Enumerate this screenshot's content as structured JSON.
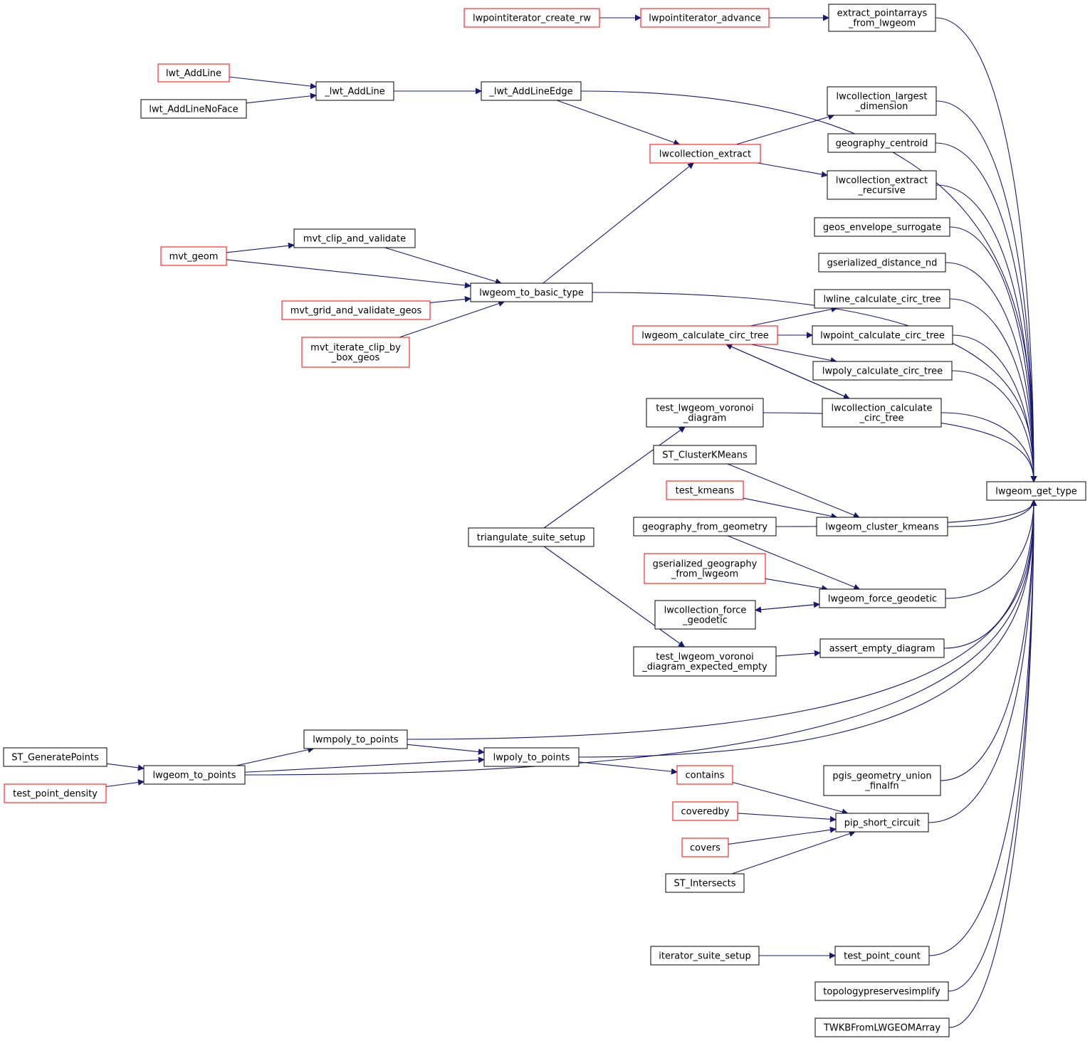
{
  "colors": {
    "edge": "#191970",
    "border_default": "#000000",
    "border_truncated": "#ff0000",
    "target_fill": "#bfbfbf"
  },
  "nodes": [
    {
      "id": "lwpointiterator_create_rw",
      "lines": [
        "lwpointiterator_create_rw"
      ],
      "border": "red"
    },
    {
      "id": "lwpointiterator_advance",
      "lines": [
        "lwpointiterator_advance"
      ],
      "border": "red"
    },
    {
      "id": "extract_pointarrays_from_lwgeom",
      "lines": [
        "extract_pointarrays",
        "_from_lwgeom"
      ],
      "border": "black"
    },
    {
      "id": "lwt_AddLine",
      "lines": [
        "lwt_AddLine"
      ],
      "border": "red"
    },
    {
      "id": "lwt_AddLineNoFace",
      "lines": [
        "lwt_AddLineNoFace"
      ],
      "border": "black"
    },
    {
      "id": "_lwt_AddLine",
      "lines": [
        "_lwt_AddLine"
      ],
      "border": "black"
    },
    {
      "id": "_lwt_AddLineEdge",
      "lines": [
        "_lwt_AddLineEdge"
      ],
      "border": "black"
    },
    {
      "id": "lwcollection_largest_dimension",
      "lines": [
        "lwcollection_largest",
        "_dimension"
      ],
      "border": "black"
    },
    {
      "id": "geography_centroid",
      "lines": [
        "geography_centroid"
      ],
      "border": "black"
    },
    {
      "id": "lwcollection_extract",
      "lines": [
        "lwcollection_extract"
      ],
      "border": "red"
    },
    {
      "id": "lwcollection_extract_recursive",
      "lines": [
        "lwcollection_extract",
        "_recursive"
      ],
      "border": "black"
    },
    {
      "id": "geos_envelope_surrogate",
      "lines": [
        "geos_envelope_surrogate"
      ],
      "border": "black"
    },
    {
      "id": "mvt_clip_and_validate",
      "lines": [
        "mvt_clip_and_validate"
      ],
      "border": "black"
    },
    {
      "id": "mvt_geom",
      "lines": [
        "mvt_geom"
      ],
      "border": "red"
    },
    {
      "id": "gserialized_distance_nd",
      "lines": [
        "gserialized_distance_nd"
      ],
      "border": "black"
    },
    {
      "id": "lwgeom_to_basic_type",
      "lines": [
        "lwgeom_to_basic_type"
      ],
      "border": "black"
    },
    {
      "id": "mvt_grid_and_validate_geos",
      "lines": [
        "mvt_grid_and_validate_geos"
      ],
      "border": "red"
    },
    {
      "id": "lwline_calculate_circ_tree",
      "lines": [
        "lwline_calculate_circ_tree"
      ],
      "border": "black"
    },
    {
      "id": "lwgeom_calculate_circ_tree",
      "lines": [
        "lwgeom_calculate_circ_tree"
      ],
      "border": "red"
    },
    {
      "id": "lwpoint_calculate_circ_tree",
      "lines": [
        "lwpoint_calculate_circ_tree"
      ],
      "border": "black"
    },
    {
      "id": "mvt_iterate_clip_by_box_geos",
      "lines": [
        "mvt_iterate_clip_by",
        "_box_geos"
      ],
      "border": "red"
    },
    {
      "id": "lwpoly_calculate_circ_tree",
      "lines": [
        "lwpoly_calculate_circ_tree"
      ],
      "border": "black"
    },
    {
      "id": "test_lwgeom_voronoi_diagram",
      "lines": [
        "test_lwgeom_voronoi",
        "_diagram"
      ],
      "border": "black"
    },
    {
      "id": "lwcollection_calculate_circ_tree",
      "lines": [
        "lwcollection_calculate",
        "_circ_tree"
      ],
      "border": "black"
    },
    {
      "id": "ST_ClusterKMeans",
      "lines": [
        "ST_ClusterKMeans"
      ],
      "border": "black"
    },
    {
      "id": "test_kmeans",
      "lines": [
        "test_kmeans"
      ],
      "border": "red"
    },
    {
      "id": "lwgeom_get_type",
      "lines": [
        "lwgeom_get_type"
      ],
      "border": "black",
      "target": true
    },
    {
      "id": "geography_from_geometry",
      "lines": [
        "geography_from_geometry"
      ],
      "border": "black"
    },
    {
      "id": "lwgeom_cluster_kmeans",
      "lines": [
        "lwgeom_cluster_kmeans"
      ],
      "border": "black"
    },
    {
      "id": "triangulate_suite_setup",
      "lines": [
        "triangulate_suite_setup"
      ],
      "border": "black"
    },
    {
      "id": "gserialized_geography_from_lwgeom",
      "lines": [
        "gserialized_geography",
        "_from_lwgeom"
      ],
      "border": "red"
    },
    {
      "id": "lwcollection_force_geodetic",
      "lines": [
        "lwcollection_force",
        "_geodetic"
      ],
      "border": "black"
    },
    {
      "id": "lwgeom_force_geodetic",
      "lines": [
        "lwgeom_force_geodetic"
      ],
      "border": "black"
    },
    {
      "id": "test_lwgeom_voronoi_diagram_expected_empty",
      "lines": [
        "test_lwgeom_voronoi",
        "_diagram_expected_empty"
      ],
      "border": "black"
    },
    {
      "id": "assert_empty_diagram",
      "lines": [
        "assert_empty_diagram"
      ],
      "border": "black"
    },
    {
      "id": "lwmpoly_to_points",
      "lines": [
        "lwmpoly_to_points"
      ],
      "border": "black"
    },
    {
      "id": "ST_GeneratePoints",
      "lines": [
        "ST_GeneratePoints"
      ],
      "border": "black"
    },
    {
      "id": "lwpoly_to_points",
      "lines": [
        "lwpoly_to_points"
      ],
      "border": "black"
    },
    {
      "id": "lwgeom_to_points",
      "lines": [
        "lwgeom_to_points"
      ],
      "border": "black"
    },
    {
      "id": "contains",
      "lines": [
        "contains"
      ],
      "border": "red"
    },
    {
      "id": "pgis_geometry_union_finalfn",
      "lines": [
        "pgis_geometry_union",
        "_finalfn"
      ],
      "border": "black"
    },
    {
      "id": "test_point_density",
      "lines": [
        "test_point_density"
      ],
      "border": "red"
    },
    {
      "id": "coveredby",
      "lines": [
        "coveredby"
      ],
      "border": "red"
    },
    {
      "id": "pip_short_circuit",
      "lines": [
        "pip_short_circuit"
      ],
      "border": "black"
    },
    {
      "id": "covers",
      "lines": [
        "covers"
      ],
      "border": "red"
    },
    {
      "id": "ST_Intersects",
      "lines": [
        "ST_Intersects"
      ],
      "border": "black"
    },
    {
      "id": "iterator_suite_setup",
      "lines": [
        "iterator_suite_setup"
      ],
      "border": "black"
    },
    {
      "id": "test_point_count",
      "lines": [
        "test_point_count"
      ],
      "border": "black"
    },
    {
      "id": "topologypreservesimplify",
      "lines": [
        "topologypreservesimplify"
      ],
      "border": "black"
    },
    {
      "id": "TWKBFromLWGEOMArray",
      "lines": [
        "TWKBFromLWGEOMArray"
      ],
      "border": "black"
    }
  ],
  "edges": [
    {
      "from": "lwpointiterator_create_rw",
      "to": "lwpointiterator_advance"
    },
    {
      "from": "lwpointiterator_advance",
      "to": "extract_pointarrays_from_lwgeom"
    },
    {
      "from": "extract_pointarrays_from_lwgeom",
      "to": "lwgeom_get_type"
    },
    {
      "from": "lwt_AddLine",
      "to": "_lwt_AddLine"
    },
    {
      "from": "lwt_AddLineNoFace",
      "to": "_lwt_AddLine"
    },
    {
      "from": "_lwt_AddLine",
      "to": "_lwt_AddLineEdge"
    },
    {
      "from": "_lwt_AddLineEdge",
      "to": "lwgeom_get_type"
    },
    {
      "from": "_lwt_AddLineEdge",
      "to": "lwcollection_extract"
    },
    {
      "from": "lwcollection_extract",
      "to": "lwcollection_largest_dimension"
    },
    {
      "from": "lwcollection_extract",
      "to": "lwcollection_extract_recursive"
    },
    {
      "from": "lwcollection_largest_dimension",
      "to": "lwgeom_get_type"
    },
    {
      "from": "geography_centroid",
      "to": "lwgeom_get_type"
    },
    {
      "from": "lwcollection_extract_recursive",
      "to": "lwgeom_get_type"
    },
    {
      "from": "geos_envelope_surrogate",
      "to": "lwgeom_get_type"
    },
    {
      "from": "gserialized_distance_nd",
      "to": "lwgeom_get_type"
    },
    {
      "from": "lwgeom_to_basic_type",
      "to": "lwcollection_extract"
    },
    {
      "from": "lwgeom_to_basic_type",
      "to": "lwgeom_get_type"
    },
    {
      "from": "mvt_geom",
      "to": "mvt_clip_and_validate"
    },
    {
      "from": "mvt_clip_and_validate",
      "to": "lwgeom_to_basic_type"
    },
    {
      "from": "mvt_geom",
      "to": "lwgeom_to_basic_type"
    },
    {
      "from": "mvt_grid_and_validate_geos",
      "to": "lwgeom_to_basic_type"
    },
    {
      "from": "mvt_iterate_clip_by_box_geos",
      "to": "lwgeom_to_basic_type"
    },
    {
      "from": "lwgeom_calculate_circ_tree",
      "to": "lwline_calculate_circ_tree"
    },
    {
      "from": "lwgeom_calculate_circ_tree",
      "to": "lwpoint_calculate_circ_tree"
    },
    {
      "from": "lwgeom_calculate_circ_tree",
      "to": "lwpoly_calculate_circ_tree"
    },
    {
      "from": "lwgeom_calculate_circ_tree",
      "to": "lwcollection_calculate_circ_tree"
    },
    {
      "from": "lwcollection_calculate_circ_tree",
      "to": "lwgeom_calculate_circ_tree"
    },
    {
      "from": "lwline_calculate_circ_tree",
      "to": "lwgeom_get_type"
    },
    {
      "from": "lwpoint_calculate_circ_tree",
      "to": "lwgeom_get_type"
    },
    {
      "from": "lwpoly_calculate_circ_tree",
      "to": "lwgeom_get_type"
    },
    {
      "from": "lwcollection_calculate_circ_tree",
      "to": "lwgeom_get_type"
    },
    {
      "from": "triangulate_suite_setup",
      "to": "test_lwgeom_voronoi_diagram"
    },
    {
      "from": "triangulate_suite_setup",
      "to": "test_lwgeom_voronoi_diagram_expected_empty"
    },
    {
      "from": "test_lwgeom_voronoi_diagram",
      "to": "lwgeom_get_type"
    },
    {
      "from": "ST_ClusterKMeans",
      "to": "lwgeom_cluster_kmeans"
    },
    {
      "from": "test_kmeans",
      "to": "lwgeom_cluster_kmeans"
    },
    {
      "from": "lwgeom_cluster_kmeans",
      "to": "lwgeom_get_type"
    },
    {
      "from": "geography_from_geometry",
      "to": "lwgeom_get_type"
    },
    {
      "from": "geography_from_geometry",
      "to": "lwgeom_force_geodetic"
    },
    {
      "from": "gserialized_geography_from_lwgeom",
      "to": "lwgeom_force_geodetic"
    },
    {
      "from": "lwgeom_force_geodetic",
      "to": "lwcollection_force_geodetic"
    },
    {
      "from": "lwcollection_force_geodetic",
      "to": "lwgeom_force_geodetic"
    },
    {
      "from": "lwgeom_force_geodetic",
      "to": "lwgeom_get_type"
    },
    {
      "from": "test_lwgeom_voronoi_diagram_expected_empty",
      "to": "assert_empty_diagram"
    },
    {
      "from": "assert_empty_diagram",
      "to": "lwgeom_get_type"
    },
    {
      "from": "lwmpoly_to_points",
      "to": "lwgeom_get_type"
    },
    {
      "from": "lwmpoly_to_points",
      "to": "lwpoly_to_points"
    },
    {
      "from": "lwgeom_to_points",
      "to": "lwmpoly_to_points"
    },
    {
      "from": "lwgeom_to_points",
      "to": "lwpoly_to_points"
    },
    {
      "from": "lwgeom_to_points",
      "to": "lwgeom_get_type"
    },
    {
      "from": "ST_GeneratePoints",
      "to": "lwgeom_to_points"
    },
    {
      "from": "test_point_density",
      "to": "lwgeom_to_points"
    },
    {
      "from": "lwpoly_to_points",
      "to": "lwgeom_get_type"
    },
    {
      "from": "lwpoly_to_points",
      "to": "contains"
    },
    {
      "from": "contains",
      "to": "pip_short_circuit"
    },
    {
      "from": "coveredby",
      "to": "pip_short_circuit"
    },
    {
      "from": "covers",
      "to": "pip_short_circuit"
    },
    {
      "from": "ST_Intersects",
      "to": "pip_short_circuit"
    },
    {
      "from": "pip_short_circuit",
      "to": "lwgeom_get_type"
    },
    {
      "from": "pgis_geometry_union_finalfn",
      "to": "lwgeom_get_type"
    },
    {
      "from": "iterator_suite_setup",
      "to": "test_point_count"
    },
    {
      "from": "test_point_count",
      "to": "lwgeom_get_type"
    },
    {
      "from": "topologypreservesimplify",
      "to": "lwgeom_get_type"
    },
    {
      "from": "TWKBFromLWGEOMArray",
      "to": "lwgeom_get_type"
    }
  ]
}
